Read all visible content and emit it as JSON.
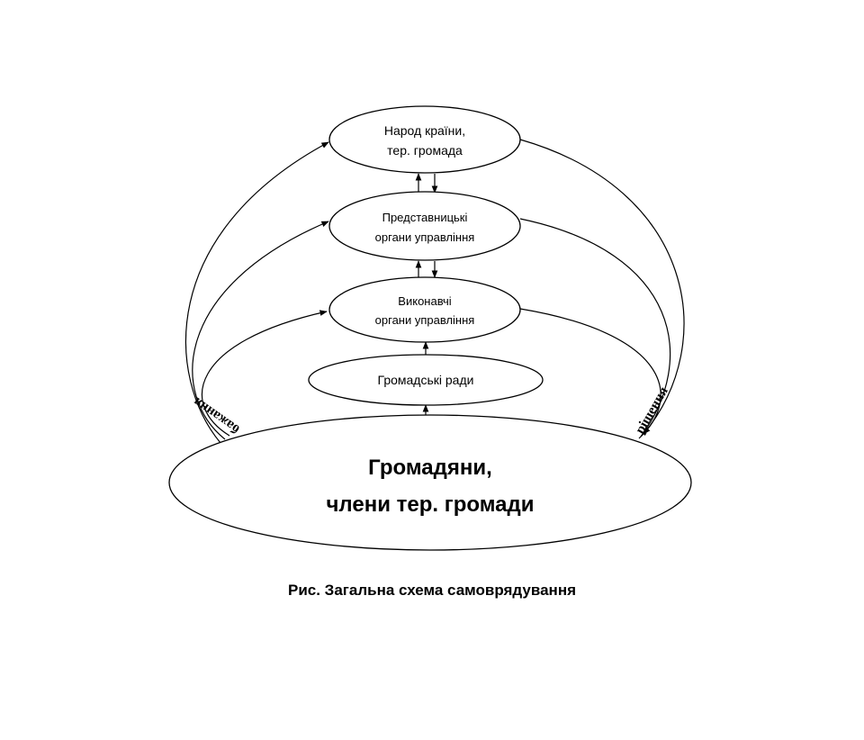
{
  "nodes": {
    "people": {
      "line1": "Народ країни,",
      "line2": "тер. громада"
    },
    "representative": {
      "line1": "Представницькі",
      "line2": "органи управління"
    },
    "executive": {
      "line1": "Виконавчі",
      "line2": "органи управління"
    },
    "councils": {
      "label": "Громадські ради"
    },
    "citizens": {
      "line1": "Громадяни,",
      "line2": "члени тер. громади"
    }
  },
  "flows": {
    "left_label": "бажання",
    "right_label": "рішення"
  },
  "caption": "Рис. Загальна схема самоврядування"
}
